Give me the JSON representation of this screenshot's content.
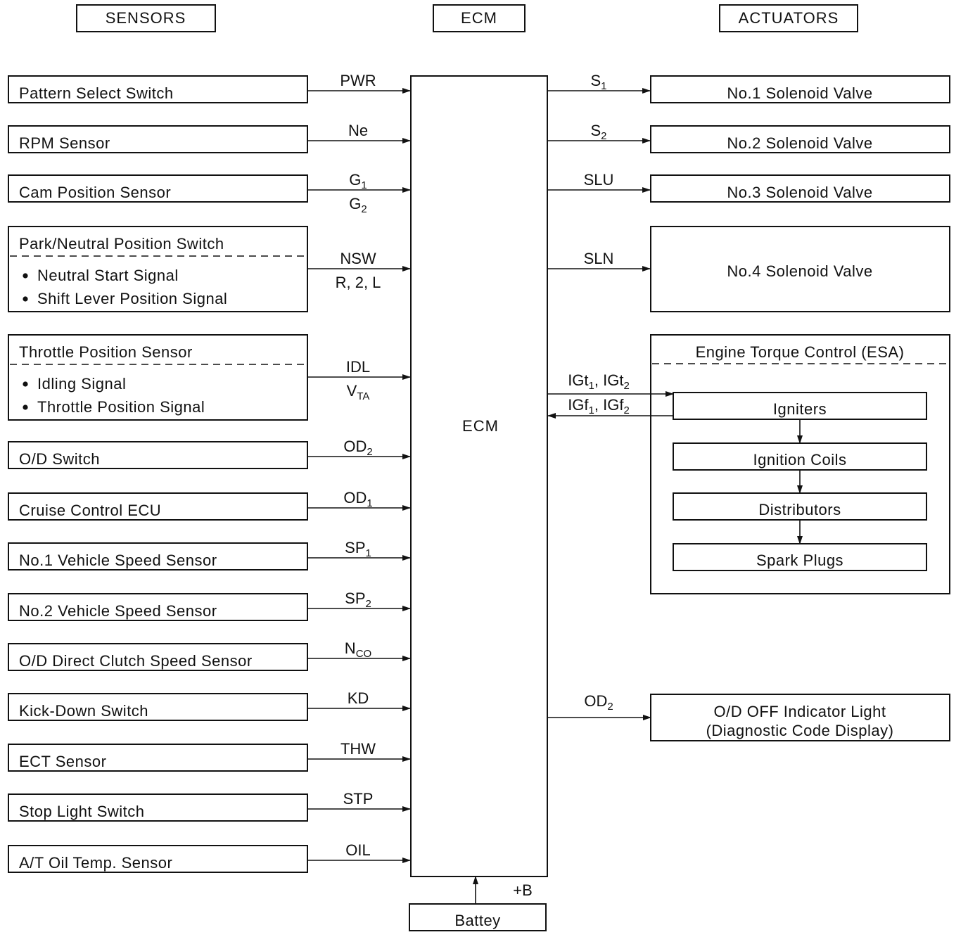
{
  "headers": {
    "sensors": "SENSORS",
    "ecm": "ECM",
    "actuators": "ACTUATORS"
  },
  "ecm_label": "ECM",
  "sensors": [
    {
      "label": "Pattern Select Switch",
      "signal": "PWR"
    },
    {
      "label": "RPM Sensor",
      "signal": "Ne"
    },
    {
      "label": "Cam Position Sensor",
      "signal_top": {
        "base": "G",
        "sub": "1"
      },
      "signal_bottom": {
        "base": "G",
        "sub": "2"
      }
    },
    {
      "label": "Park/Neutral Position Switch",
      "items": [
        "Neutral Start Signal",
        "Shift Lever Position Signal"
      ],
      "signal_top": "NSW",
      "signal_bottom": "R, 2, L"
    },
    {
      "label": "Throttle Position Sensor",
      "items": [
        "Idling Signal",
        "Throttle Position Signal"
      ],
      "signal_top": "IDL",
      "signal_bottom": {
        "base": "V",
        "sub": "TA"
      }
    },
    {
      "label": "O/D Switch",
      "signal": {
        "base": "OD",
        "sub": "2"
      }
    },
    {
      "label": "Cruise Control ECU",
      "signal": {
        "base": "OD",
        "sub": "1"
      }
    },
    {
      "label": "No.1 Vehicle Speed Sensor",
      "signal": {
        "base": "SP",
        "sub": "1"
      }
    },
    {
      "label": "No.2 Vehicle Speed Sensor",
      "signal": {
        "base": "SP",
        "sub": "2"
      }
    },
    {
      "label": "O/D Direct Clutch Speed Sensor",
      "signal": {
        "base": "N",
        "sub": "CO"
      }
    },
    {
      "label": "Kick-Down Switch",
      "signal": "KD"
    },
    {
      "label": "ECT Sensor",
      "signal": "THW"
    },
    {
      "label": "Stop Light Switch",
      "signal": "STP"
    },
    {
      "label": "A/T Oil Temp. Sensor",
      "signal": "OIL"
    }
  ],
  "actuators": [
    {
      "label": "No.1 Solenoid Valve",
      "signal": {
        "base": "S",
        "sub": "1"
      }
    },
    {
      "label": "No.2 Solenoid Valve",
      "signal": {
        "base": "S",
        "sub": "2"
      }
    },
    {
      "label": "No.3 Solenoid Valve",
      "signal": "SLU"
    },
    {
      "label": "No.4 Solenoid Valve",
      "signal": "SLN"
    }
  ],
  "esa": {
    "title": "Engine Torque Control (ESA)",
    "chain": [
      "Igniters",
      "Ignition Coils",
      "Distributors",
      "Spark Plugs"
    ],
    "signal_out": [
      {
        "base": "IGt",
        "sub": "1"
      },
      ", ",
      {
        "base": "IGt",
        "sub": "2"
      }
    ],
    "signal_in": [
      {
        "base": "IGf",
        "sub": "1"
      },
      ", ",
      {
        "base": "IGf",
        "sub": "2"
      }
    ]
  },
  "indicator": {
    "line1": "O/D OFF Indicator Light",
    "line2": "(Diagnostic Code Display)",
    "signal": {
      "base": "OD",
      "sub": "2"
    }
  },
  "battery": {
    "label": "Battey",
    "signal": "+B"
  }
}
